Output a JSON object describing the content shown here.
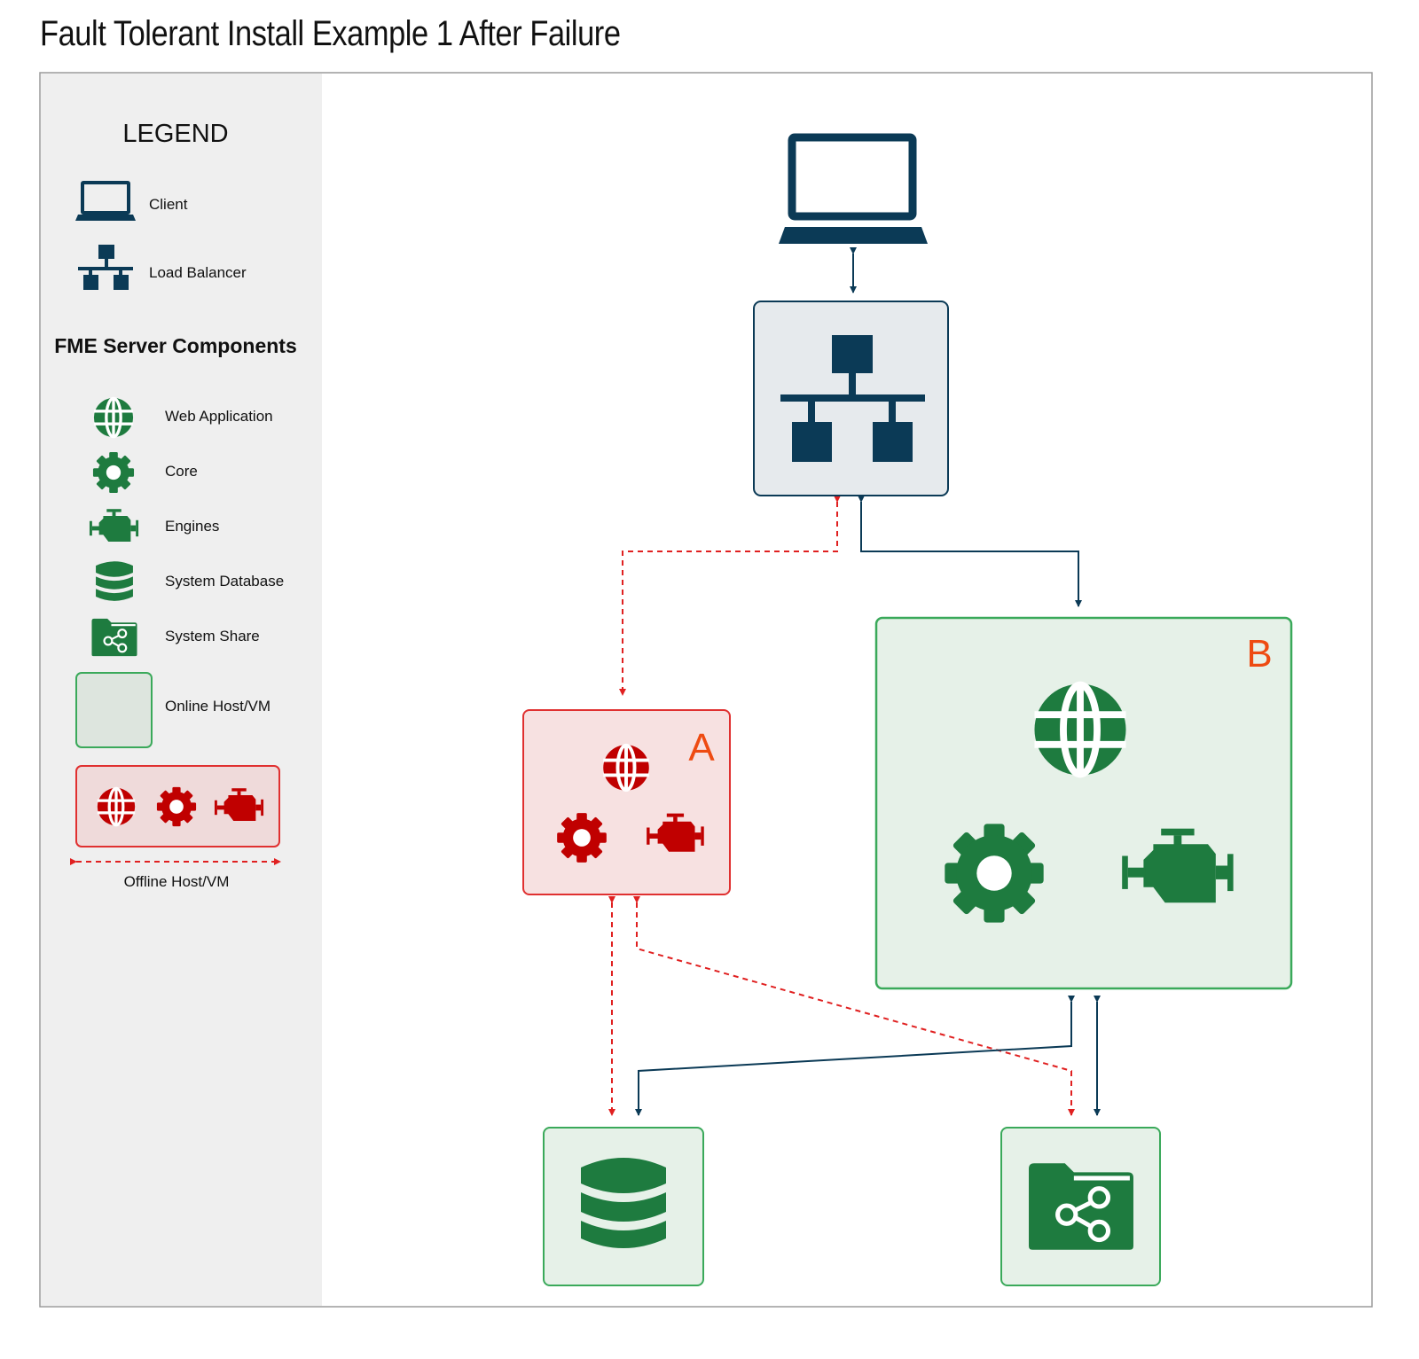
{
  "title": "Fault Tolerant Install Example 1 After Failure",
  "legend": {
    "heading": "LEGEND",
    "client_label": "Client",
    "load_balancer_label": "Load Balancer",
    "components_heading": "FME Server Components",
    "web_app_label": "Web Application",
    "core_label": "Core",
    "engines_label": "Engines",
    "system_db_label": "System Database",
    "system_share_label": "System Share",
    "online_label": "Online Host/VM",
    "offline_label": "Offline Host/VM"
  },
  "hosts": {
    "a_label": "A",
    "b_label": "B"
  },
  "colors": {
    "navy": "#0b3a56",
    "green": "#1e7b3f",
    "green_border": "#3aa95a",
    "green_fill": "#e6f1e8",
    "red": "#c00000",
    "red_border": "#e03030",
    "red_fill": "#f7e1e1",
    "host_letter": "#ee4b12",
    "legend_bg": "#efefef",
    "lb_fill": "#e6eaed"
  }
}
